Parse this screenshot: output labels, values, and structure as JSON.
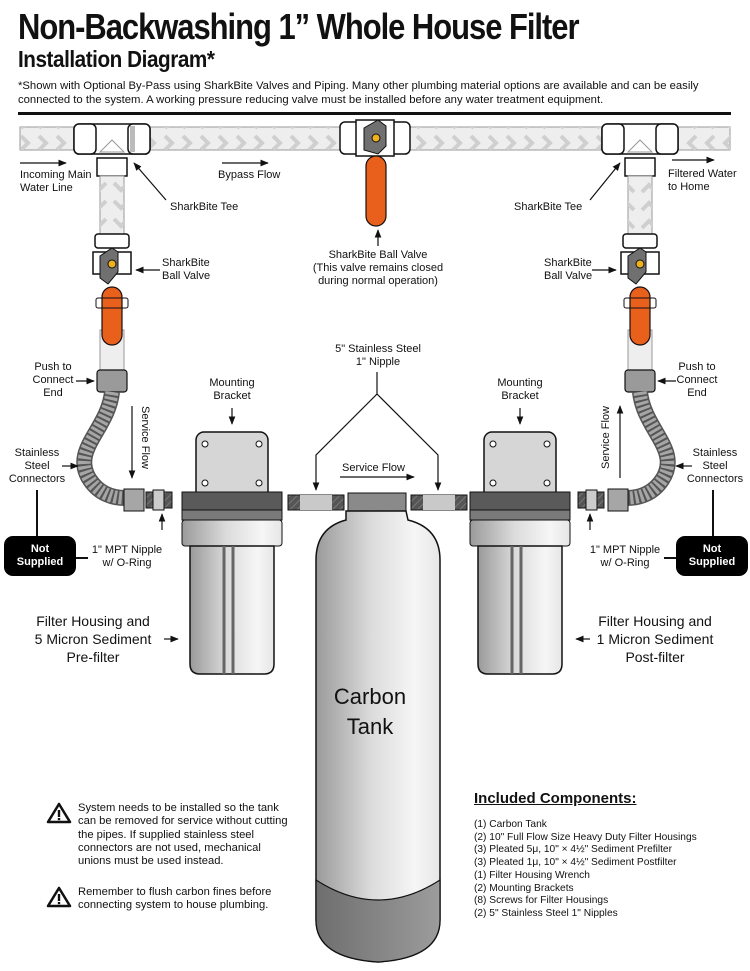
{
  "header": {
    "title": "Non-Backwashing 1” Whole House Filter",
    "subtitle": "Installation Diagram*",
    "note": "*Shown with Optional By-Pass using SharkBite Valves and Piping. Many other plumbing material options are available and can be easily connected to the system. A working pressure reducing valve must be installed before any water treatment equipment."
  },
  "colors": {
    "valve_handle": "#e8601c",
    "pipe_fill": "#e6e6e6",
    "metal_dark": "#5a5a5a",
    "metal_mid": "#8c8c8c",
    "ink": "#111111"
  },
  "labels": {
    "incoming": [
      "Incoming Main",
      "Water Line"
    ],
    "bypass_flow": "Bypass Flow",
    "filtered": [
      "Filtered Water",
      "to Home"
    ],
    "tee_left": "SharkBite Tee",
    "tee_right": "SharkBite Tee",
    "bypass_valve": [
      "SharkBite Ball Valve",
      "(This valve remains closed",
      "during normal operation)"
    ],
    "ball_valve_left": [
      "SharkBite",
      "Ball Valve"
    ],
    "ball_valve_right": [
      "SharkBite",
      "Ball Valve"
    ],
    "push_left": [
      "Push to",
      "Connect",
      "End"
    ],
    "push_right": [
      "Push to",
      "Connect",
      "End"
    ],
    "nipple_5in": [
      "5\" Stainless Steel",
      "1\" Nipple"
    ],
    "mount_left": [
      "Mounting",
      "Bracket"
    ],
    "mount_right": [
      "Mounting",
      "Bracket"
    ],
    "service_flow_left": "Service Flow",
    "service_flow_center": "Service Flow",
    "service_flow_right": "Service Flow",
    "ss_conn_left": [
      "Stainless",
      "Steel",
      "Connectors"
    ],
    "ss_conn_right": [
      "Stainless",
      "Steel",
      "Connectors"
    ],
    "not_supplied_left": [
      "Not",
      "Supplied"
    ],
    "not_supplied_right": [
      "Not",
      "Supplied"
    ],
    "mpt_left": [
      "1\" MPT Nipple",
      "w/ O-Ring"
    ],
    "mpt_right": [
      "1\" MPT Nipple",
      "w/ O-Ring"
    ],
    "prefilter": [
      "Filter Housing and",
      "5 Micron Sediment",
      "Pre-filter"
    ],
    "postfilter": [
      "Filter Housing and",
      "1 Micron Sediment",
      "Post-filter"
    ],
    "tank": [
      "Carbon",
      "Tank"
    ]
  },
  "warnings": [
    {
      "icon": "warning-triangle-icon",
      "text": "System needs to be installed so the tank can be removed for service without cutting the pipes. If supplied stainless steel connectors are not used, mechanical unions must be used instead."
    },
    {
      "icon": "warning-triangle-icon",
      "text": "Remember to flush carbon fines before connecting system to house plumbing."
    }
  ],
  "components": {
    "title": "Included Components:",
    "items": [
      "(1) Carbon Tank",
      "(2) 10\" Full Flow Size Heavy Duty Filter Housings",
      "(3) Pleated 5μ, 10\" × 4½\" Sediment Prefilter",
      "(3) Pleated 1μ, 10\" × 4½\" Sediment Postfilter",
      "(1) Filter Housing Wrench",
      "(2) Mounting Brackets",
      "(8) Screws for Filter Housings",
      "(2) 5\" Stainless Steel 1\" Nipples"
    ]
  }
}
